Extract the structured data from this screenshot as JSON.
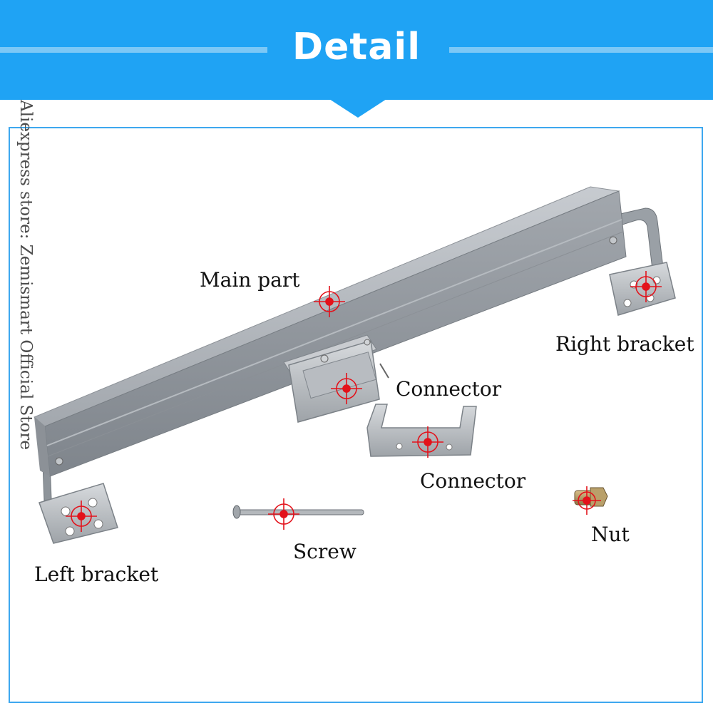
{
  "banner": {
    "title": "Detail"
  },
  "watermark": {
    "text": "Aliexpress store: Zemismart Official Store"
  },
  "labels": {
    "main_part": "Main part",
    "right_bracket": "Right bracket",
    "connector_top": "Connector",
    "connector_bottom": "Connector",
    "nut": "Nut",
    "screw": "Screw",
    "left_bracket": "Left bracket"
  },
  "icons": {
    "part_marker": "crosshair-target-icon"
  },
  "colors": {
    "banner": "#1fa3f4",
    "banner_line": "#7cc8f6",
    "frame": "#3ea8ef",
    "metal": "#a9aeb4",
    "marker": "#e3121b"
  }
}
